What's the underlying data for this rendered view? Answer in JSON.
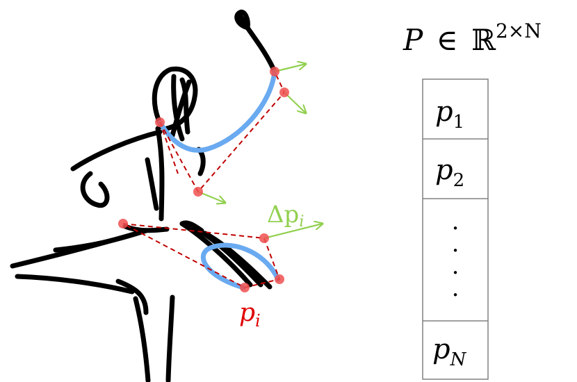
{
  "equation": {
    "lhs": "P",
    "op": "∈",
    "set": "ℝ",
    "exponent": "2×N"
  },
  "vector_entries": [
    {
      "base": "p",
      "sub": "1"
    },
    {
      "base": "p",
      "sub": "2"
    },
    {
      "base": "p",
      "sub": "N"
    }
  ],
  "ellipsis_dots": ".",
  "labels": {
    "displacement": {
      "base": "Δp",
      "sub": "i"
    },
    "point": {
      "base": "p",
      "sub": "i"
    }
  },
  "colors": {
    "stroke": "#000000",
    "curve": "#6aaaf0",
    "control_point": "#f05050",
    "dashed_polygon": "#c00000",
    "displacement_arrow": "#92d050",
    "point_label": "#e00000",
    "table_border": "#808080"
  }
}
